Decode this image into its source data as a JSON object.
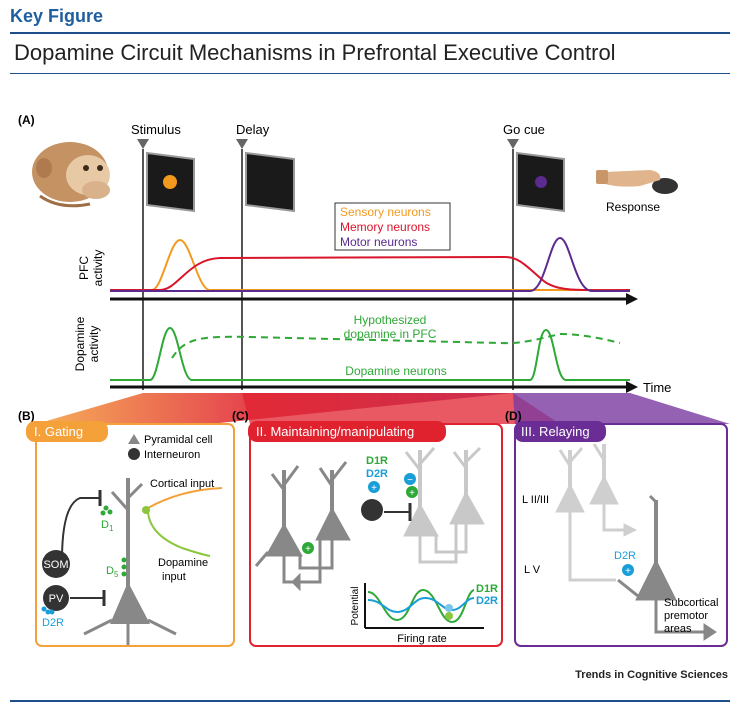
{
  "header": {
    "label": "Key Figure",
    "title": "Dopamine Circuit Mechanisms in Prefrontal Executive Control"
  },
  "panel_a": {
    "letter": "(A)",
    "events": {
      "stimulus": "Stimulus",
      "delay": "Delay",
      "go_cue": "Go cue"
    },
    "response": "Response",
    "legend": {
      "sensory": "Sensory neurons",
      "memory": "Memory neurons",
      "motor": "Motor neurons"
    },
    "y_labels": {
      "pfc_1": "PFC",
      "pfc_2": "activity",
      "da_1": "Dopamine",
      "da_2": "activity"
    },
    "hypo_1": "Hypothesized",
    "hypo_2": "dopamine in PFC",
    "da_neurons": "Dopamine neurons",
    "time": "Time"
  },
  "panel_b": {
    "letter": "(B)",
    "title": "I. Gating",
    "legend_pyr": "Pyramidal cell",
    "legend_int": "Interneuron",
    "cortical": "Cortical input",
    "dopamine_1": "Dopamine",
    "dopamine_2": "input",
    "som": "SOM",
    "pv": "PV",
    "d2r": "D2R",
    "d1": "D",
    "d1_sub": "1",
    "d5": "D",
    "d5_sub": "5"
  },
  "panel_c": {
    "letter": "(C)",
    "title": "II. Maintaining/manipulating",
    "d1r": "D1R",
    "d2r": "D2R",
    "y_axis": "Potential",
    "x_axis": "Firing rate",
    "curve_d1r": "D1R",
    "curve_d2r": "D2R"
  },
  "panel_d": {
    "letter": "(D)",
    "title": "III. Relaying",
    "layer_23": "L II/III",
    "layer_5": "L V",
    "d2r": "D2R",
    "target_1": "Subcortical",
    "target_2": "premotor",
    "target_3": "areas"
  },
  "credit": "Trends in Cognitive Sciences",
  "colors": {
    "sensory": "#f39a1e",
    "memory": "#d8152b",
    "motor": "#5a2a8e",
    "dopamine": "#2ea836",
    "d2r": "#1a9ed8",
    "gating": "#f5a13a",
    "maintain": "#e0222f",
    "relay": "#6a2d95",
    "navy": "#1f4f8a"
  }
}
